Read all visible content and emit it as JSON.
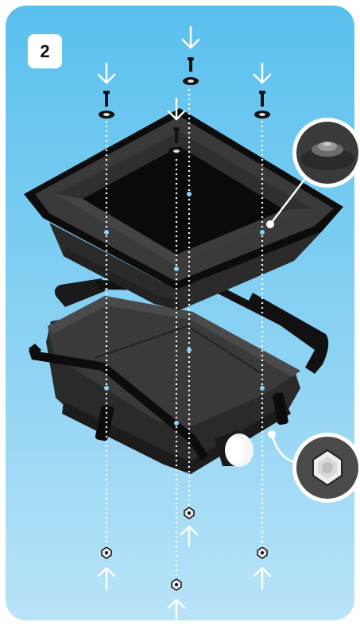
{
  "step": {
    "number": "2"
  },
  "colors": {
    "background_top": "#5ac0ee",
    "background_bottom": "#b9e3f8",
    "part_dark": "#1a1a1a",
    "part_mid": "#333333",
    "guide_line": "#ffffff",
    "hole_marker": "#8fd3f5"
  },
  "callouts": [
    {
      "icon": "screw-washer-detail-icon"
    },
    {
      "icon": "hex-nut-detail-icon"
    }
  ],
  "fasteners": {
    "screws": 4,
    "nuts": 4
  }
}
